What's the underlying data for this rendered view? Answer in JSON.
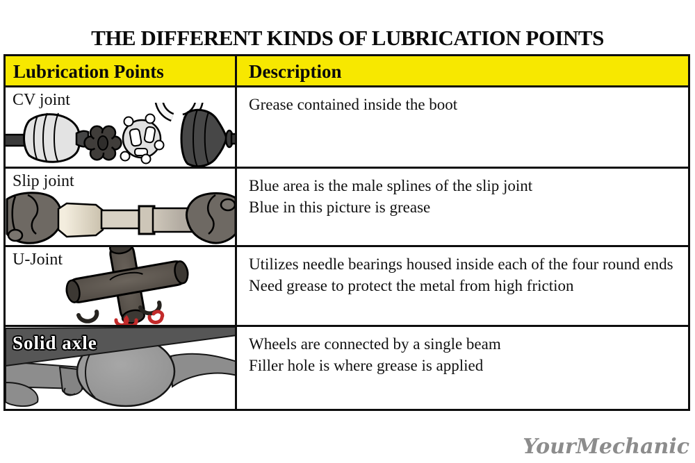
{
  "title": "THE DIFFERENT KINDS OF LUBRICATION POINTS",
  "branding": {
    "logo_text": "YourMechanic"
  },
  "colors": {
    "header_bg": "#F7E800",
    "border": "#0D0D0D",
    "logo": "#8C8C8C"
  },
  "table": {
    "columns": [
      "Lubrication Points",
      "Description"
    ],
    "rows": [
      {
        "name": "CV joint",
        "icon": "cv-joint-exploded-illustration",
        "desc": [
          "Grease contained inside the boot"
        ]
      },
      {
        "name": "Slip joint",
        "icon": "driveshaft-slip-joint-illustration",
        "desc": [
          "Blue area is the male splines of the slip joint",
          "Blue in this picture is grease"
        ]
      },
      {
        "name": "U-Joint",
        "icon": "u-joint-spider-illustration",
        "desc": [
          "Utilizes needle bearings housed inside each of the four round ends",
          "Need grease to protect the metal from high friction"
        ]
      },
      {
        "name": "Solid axle",
        "icon": "solid-axle-illustration",
        "desc": [
          "Wheels are connected by a single beam",
          "Filler hole is where grease is applied"
        ]
      }
    ]
  }
}
